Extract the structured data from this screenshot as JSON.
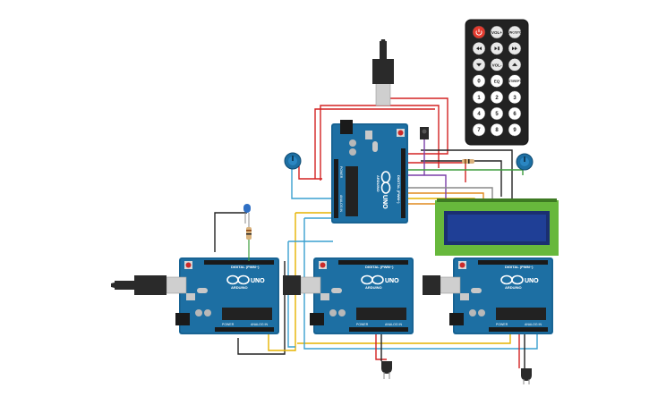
{
  "boards": [
    {
      "id": "top",
      "model": "UNO",
      "brand": "ARDUINO",
      "header_label": "DIGITAL (PWM~)",
      "analog_label": "ANALOG IN",
      "power_label": "POWER"
    },
    {
      "id": "left",
      "model": "UNO",
      "brand": "ARDUINO",
      "header_label": "DIGITAL (PWM~)",
      "analog_label": "ANALOG IN",
      "power_label": "POWER"
    },
    {
      "id": "middle",
      "model": "UNO",
      "brand": "ARDUINO",
      "header_label": "DIGITAL (PWM~)",
      "analog_label": "ANALOG IN",
      "power_label": "POWER"
    },
    {
      "id": "right",
      "model": "UNO",
      "brand": "ARDUINO",
      "header_label": "DIGITAL (PWM~)",
      "analog_label": "ANALOG IN",
      "power_label": "POWER"
    }
  ],
  "remote": {
    "buttons": [
      [
        "",
        "VOL+",
        "FUNC/STOP"
      ],
      [
        "",
        "",
        ""
      ],
      [
        "",
        "VOL-",
        ""
      ],
      [
        "0",
        "EQ",
        "ST/REPT"
      ],
      [
        "1",
        "2",
        "3"
      ],
      [
        "4",
        "5",
        "6"
      ],
      [
        "7",
        "8",
        "9"
      ]
    ],
    "icons": [
      "power-icon",
      "rewind-icon",
      "play-pause-icon",
      "fast-forward-icon",
      "arrow-down-icon",
      "arrow-up-icon"
    ]
  },
  "colors": {
    "board": "#1d6fa3",
    "board_dark": "#155a86",
    "lcd_frame": "#67b83c",
    "lcd_screen": "#1f3f96",
    "remote_body": "#222222",
    "remote_power": "#e53a2e",
    "wire_red": "#d32222",
    "wire_black": "#222222",
    "wire_yellow": "#e6b400",
    "wire_blue": "#3aa0d0",
    "wire_orange": "#e08a1e",
    "wire_purple": "#7a3ea8",
    "wire_green": "#3c9c3c",
    "wire_grey": "#888888"
  }
}
